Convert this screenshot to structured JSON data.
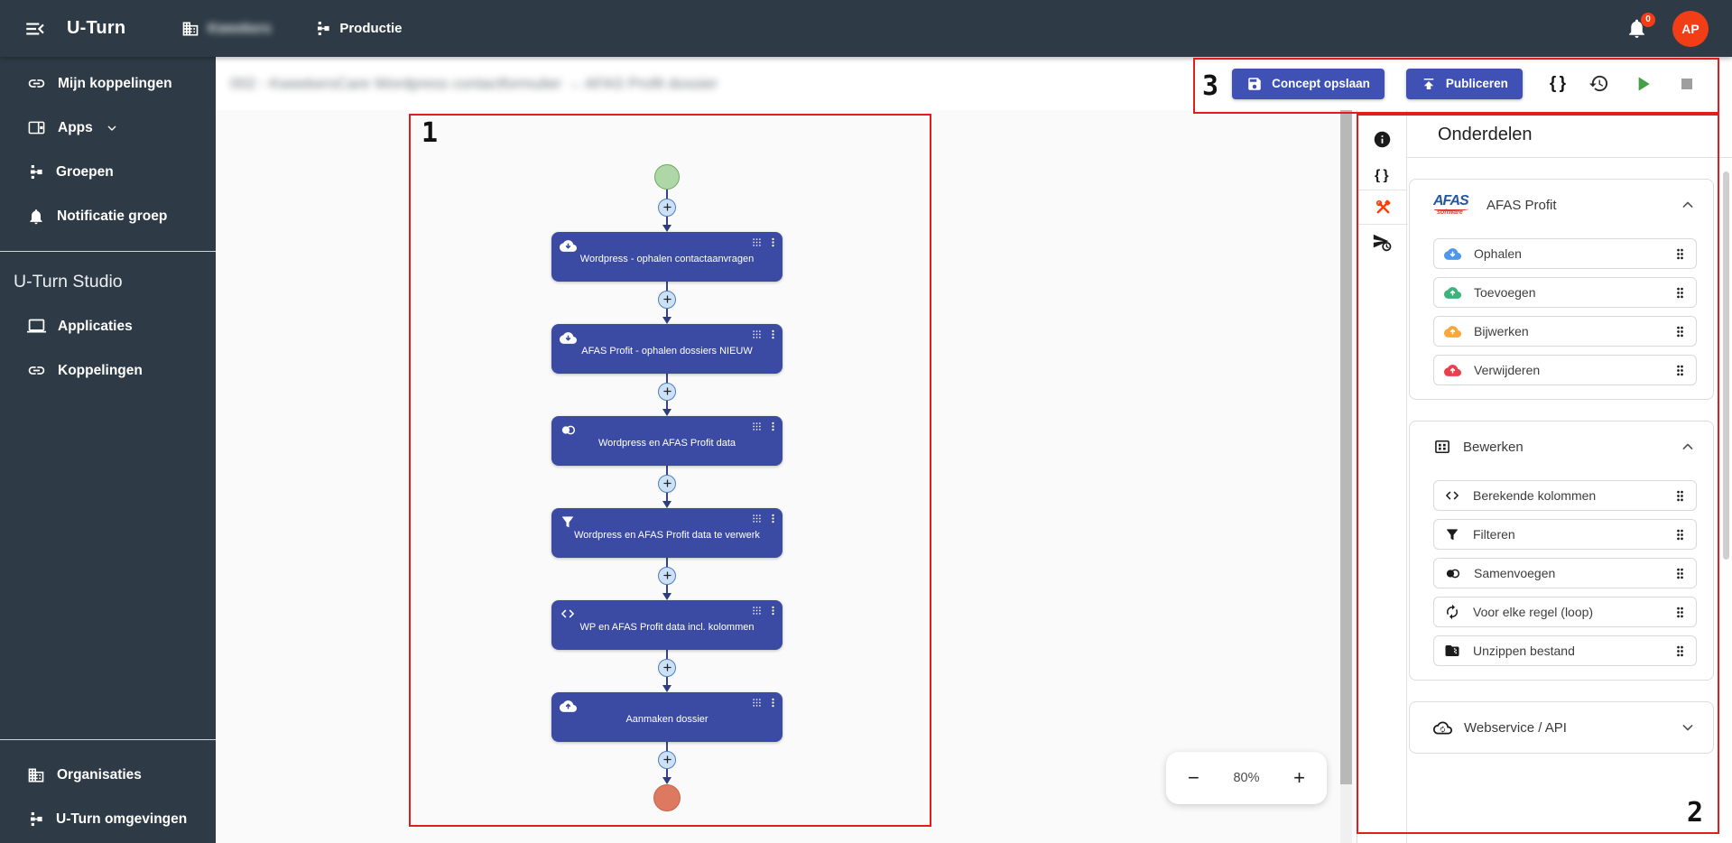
{
  "navbar": {
    "title": "U-Turn",
    "organization": "Kweekers",
    "environment": "Productie",
    "notification_count": "0",
    "avatar_initials": "AP"
  },
  "sidebar": {
    "items_top": [
      {
        "label": "Mijn koppelingen"
      },
      {
        "label": "Apps"
      },
      {
        "label": "Groepen"
      },
      {
        "label": "Notificatie groep"
      }
    ],
    "studio_heading": "U-Turn Studio",
    "items_studio": [
      {
        "label": "Applicaties"
      },
      {
        "label": "Koppelingen"
      }
    ],
    "items_bottom": [
      {
        "label": "Organisaties"
      },
      {
        "label": "U-Turn omgevingen"
      }
    ]
  },
  "header": {
    "breadcrumb_redacted": "002 - KweekersCare Wordpress contactformulier → AFAS Profit dossier"
  },
  "toolbar": {
    "save_label": "Concept opslaan",
    "publish_label": "Publiceren",
    "braces_glyph": "{ }"
  },
  "flow": {
    "nodes": [
      {
        "title": "Wordpress - ophalen contactaanvragen"
      },
      {
        "title": "AFAS Profit - ophalen dossiers NIEUW"
      },
      {
        "title": "Wordpress en AFAS Profit data"
      },
      {
        "title": "Wordpress en AFAS Profit data te verwerk"
      },
      {
        "title": "WP en AFAS Profit data incl. kolommen"
      },
      {
        "title": "Aanmaken dossier"
      }
    ]
  },
  "zoom_control": {
    "out": "−",
    "level": "80%",
    "in": "+"
  },
  "panel": {
    "title": "Onderdelen",
    "sections": [
      {
        "title": "AFAS Profit",
        "logo_line1": "AFAS",
        "logo_line2": "software",
        "items": [
          {
            "label": "Ophalen",
            "color": "#4f97e8"
          },
          {
            "label": "Toevoegen",
            "color": "#3cb37a"
          },
          {
            "label": "Bijwerken",
            "color": "#f6a83c"
          },
          {
            "label": "Verwijderen",
            "color": "#e8414d"
          }
        ]
      },
      {
        "title": "Bewerken",
        "items": [
          {
            "label": "Berekende kolommen"
          },
          {
            "label": "Filteren"
          },
          {
            "label": "Samenvoegen"
          },
          {
            "label": "Voor elke regel (loop)"
          },
          {
            "label": "Unzippen bestand"
          }
        ]
      },
      {
        "title": "Webservice / API",
        "items": []
      }
    ]
  },
  "annotations": {
    "box1": "1",
    "box2": "2",
    "box3": "3"
  },
  "colors": {
    "dark": "#2e3b46",
    "indigo": "#3f51b5",
    "node_blue": "#3b4ba3",
    "ann_red": "#e01e1e",
    "avatar_red": "#f23e16",
    "play_green": "#43a047",
    "stop_gray": "#9e9e9e",
    "tools_red": "#ff3d00",
    "start_green": "#aed6a6",
    "start_green_border": "#6aaa5e",
    "end_salmon": "#de7961",
    "end_salmon_border": "#c9644c",
    "afas_blue": "#2456a4",
    "afas_red": "#e03c31"
  }
}
